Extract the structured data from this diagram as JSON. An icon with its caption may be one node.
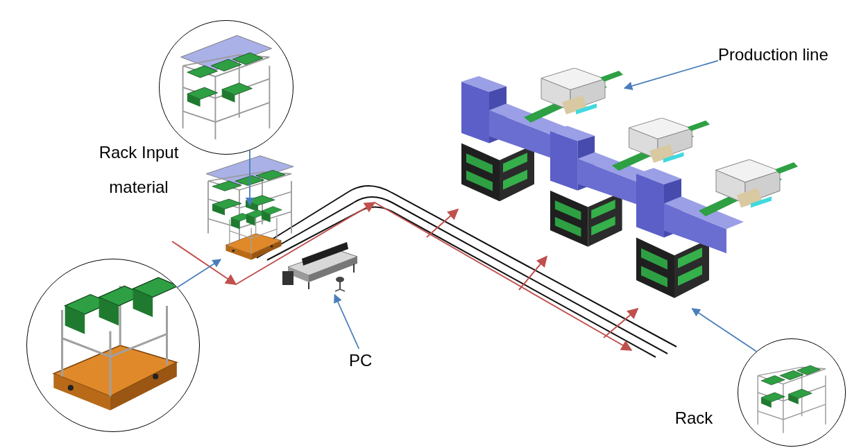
{
  "diagram": {
    "nodes": [
      {
        "text": [
          "Production line"
        ]
      },
      {
        "text": [],
        "shape": "picture"
      },
      {
        "text": [],
        "shape": "picture"
      },
      {
        "text": [],
        "shape": "picture"
      },
      {
        "text": [],
        "shape": "picture"
      },
      {
        "text": [],
        "shape": "picture"
      },
      {
        "text": [],
        "shape": "picture"
      },
      {
        "text": [],
        "shape": "picture"
      },
      {
        "text": [
          "PC"
        ]
      },
      {
        "text": [],
        "shape": "picture"
      }
    ],
    "labels": [
      "Rack Input material",
      "Rack"
    ],
    "edges": [
      {
        "from": 0,
        "to": 1,
        "arrow": "to"
      },
      {
        "from": 4,
        "to": 5,
        "arrow": "to"
      },
      {
        "from": 6,
        "to": 5,
        "arrow": "to"
      },
      {
        "from": 8,
        "to": 7,
        "arrow": "to"
      },
      {
        "from": 9,
        "to": 3,
        "arrow": "to"
      },
      {
        "from": null,
        "to": 1,
        "arrow": "to",
        "color": "#c0504d"
      },
      {
        "from": null,
        "to": 2,
        "arrow": "to",
        "color": "#c0504d"
      },
      {
        "from": null,
        "to": 3,
        "arrow": "to",
        "color": "#c0504d"
      }
    ]
  }
}
